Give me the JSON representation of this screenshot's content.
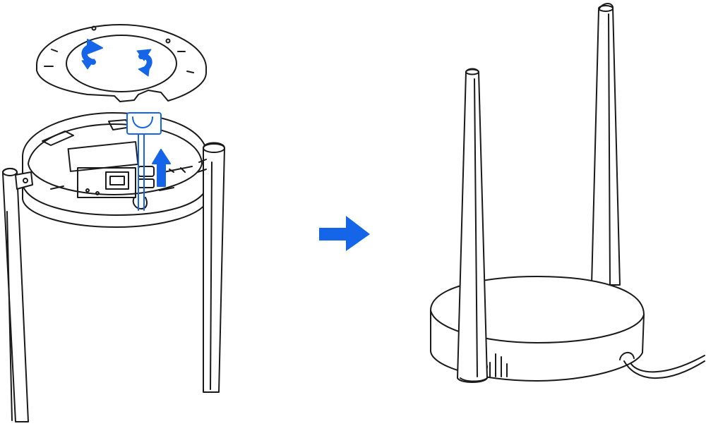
{
  "colors": {
    "line": "#1a1a1a",
    "accent_blue": "#1565e8",
    "fill": "#ffffff"
  },
  "panels": [
    {
      "name": "left-panel",
      "depicts": "router-base-cover-removal-with-legs"
    },
    {
      "name": "right-panel",
      "depicts": "router-assembled-with-antennas"
    }
  ],
  "arrow": {
    "direction": "right",
    "icon": "arrow-right-icon"
  },
  "annotations": {
    "cover_rotate_icons": [
      "rotate-counterclockwise-icon",
      "rotate-clockwise-icon"
    ],
    "lift_icon": "arrow-up-icon"
  }
}
